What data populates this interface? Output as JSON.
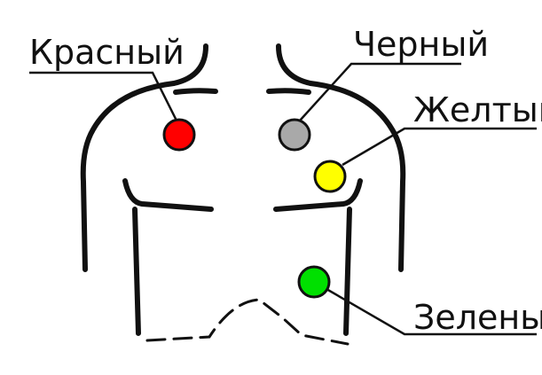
{
  "labels": {
    "red": "Красный",
    "black": "Черный",
    "yellow": "Желтый",
    "green": "Зеленый"
  },
  "colors": {
    "outline": "#111111",
    "red": "#ff0000",
    "black": "#a9a9a9",
    "yellow": "#ffff00",
    "green": "#00e000"
  },
  "icons": {
    "torso": "torso-outline-icon"
  }
}
